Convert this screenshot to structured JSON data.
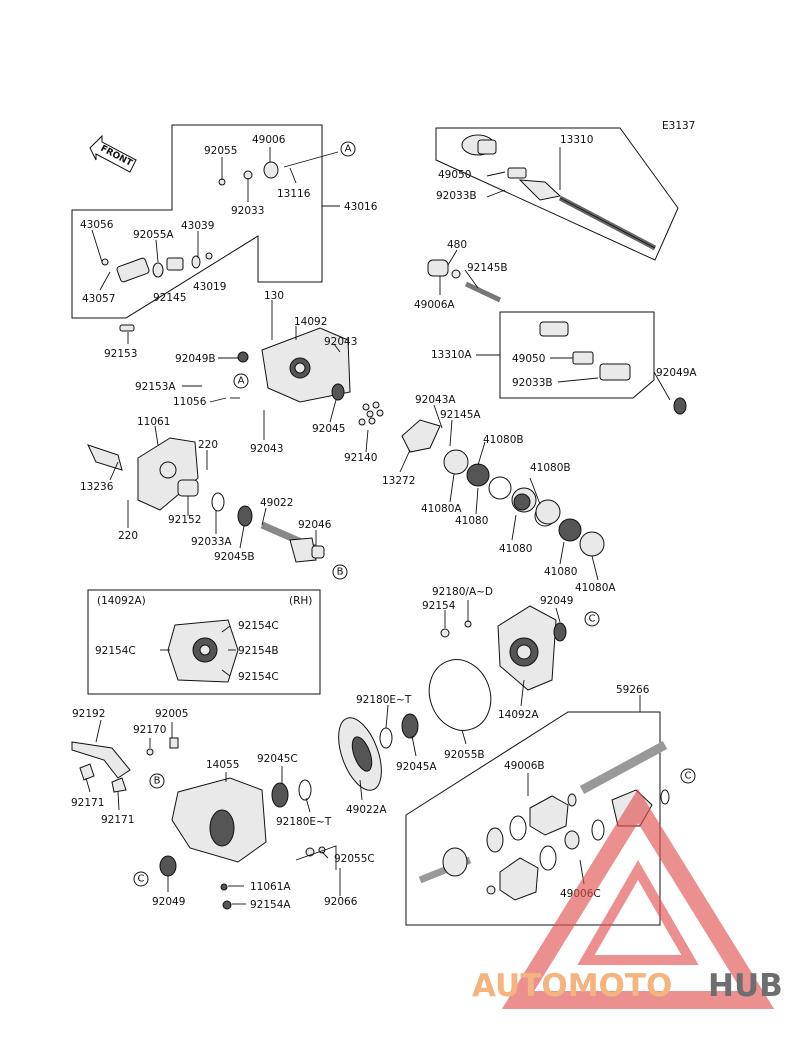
{
  "diagram": {
    "code": "E3137",
    "front_label": "FRONT",
    "inset": {
      "title": "(14092A)",
      "side": "(RH)"
    },
    "watermark": {
      "part1": "AUTOMOTO",
      "part2": "HUB",
      "color1": "#f2a86b",
      "color2": "#555555",
      "logo_color": "#e05050"
    },
    "callouts": [
      "A",
      "A",
      "B",
      "B",
      "C",
      "C",
      "C"
    ],
    "labels": [
      "92055",
      "49006",
      "13116",
      "43016",
      "92033",
      "43056",
      "92055A",
      "43039",
      "92145",
      "43019",
      "43057",
      "92153",
      "13310",
      "49050",
      "92033B",
      "480",
      "92145B",
      "49006A",
      "130",
      "14092",
      "92043",
      "92049B",
      "13310A",
      "49050",
      "92033B",
      "92049A",
      "92153A",
      "11056",
      "92045",
      "92043A",
      "92145A",
      "41080B",
      "92043",
      "92140",
      "13272",
      "41080B",
      "11061",
      "220",
      "13236",
      "41080A",
      "41080",
      "41080",
      "92152",
      "49022",
      "92046",
      "92033A",
      "92045B",
      "220",
      "41080",
      "41080A",
      "92180/A~D",
      "92154",
      "92049",
      "92154C",
      "92154C",
      "92154B",
      "92154C",
      "14092A",
      "59266",
      "92192",
      "92005",
      "92180E~T",
      "92170",
      "92045A",
      "92055B",
      "14055",
      "92045C",
      "49006B",
      "92171",
      "92171",
      "92180E~T",
      "49022A",
      "92055C",
      "49006C",
      "11061A",
      "92049",
      "92154A",
      "92066"
    ]
  }
}
